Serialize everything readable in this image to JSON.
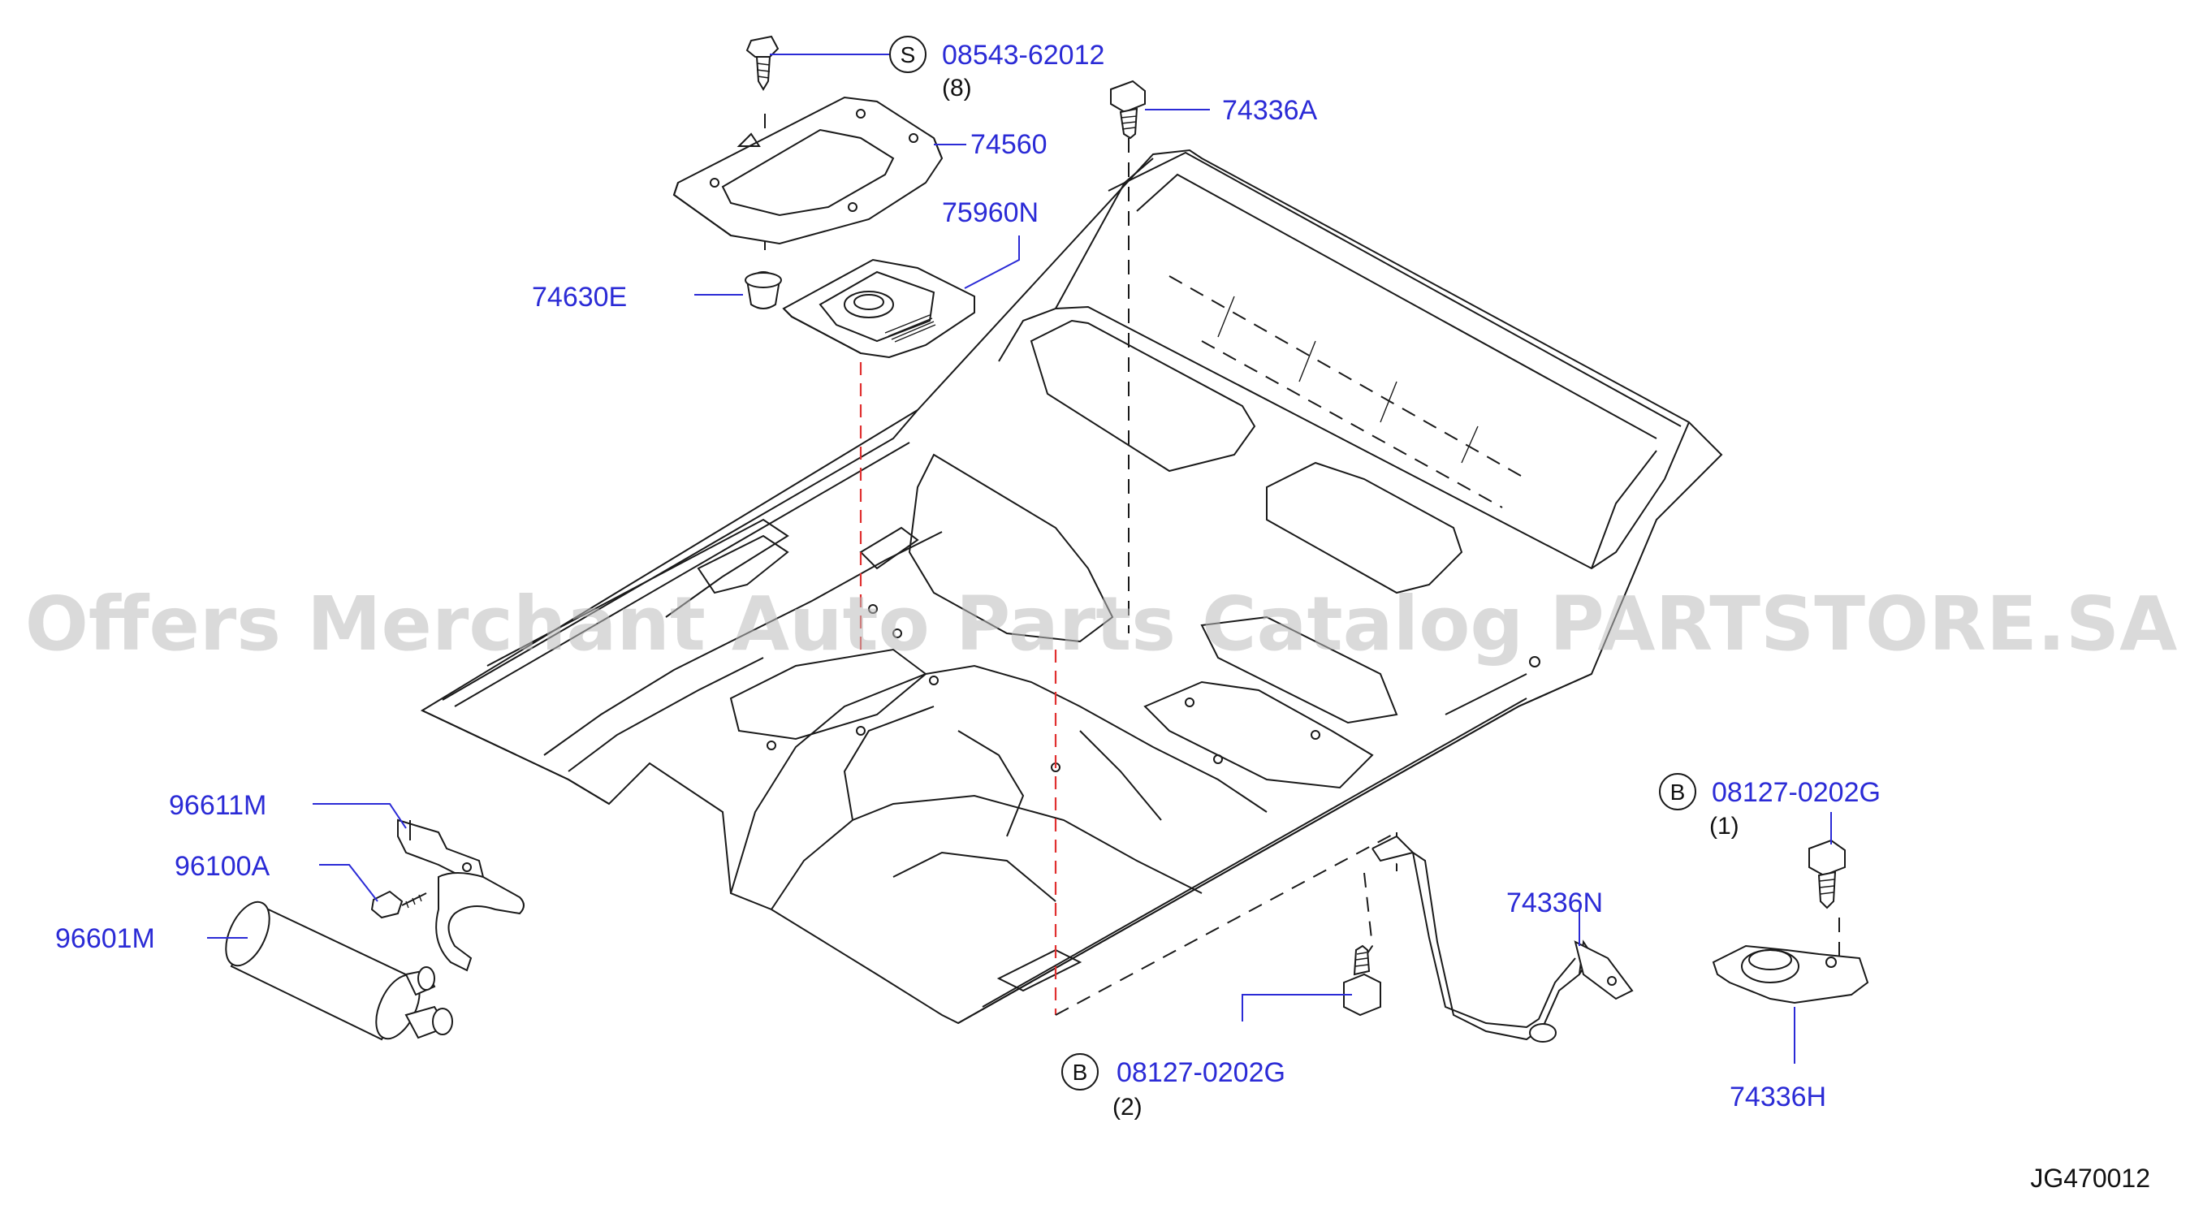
{
  "diagram": {
    "watermark": "Offers Merchant Auto Parts Catalog PARTSTORE.SA",
    "drawing_code": "JG470012",
    "callouts": [
      {
        "id": "c1",
        "part": "08543-62012",
        "prefix": "S",
        "qty": "(8)"
      },
      {
        "id": "c2",
        "part": "74336A"
      },
      {
        "id": "c3",
        "part": "74560"
      },
      {
        "id": "c4",
        "part": "75960N"
      },
      {
        "id": "c5",
        "part": "74630E"
      },
      {
        "id": "c6",
        "part": "96611M"
      },
      {
        "id": "c7",
        "part": "96100A"
      },
      {
        "id": "c8",
        "part": "96601M"
      },
      {
        "id": "c9",
        "part": "08127-0202G",
        "prefix": "B",
        "qty": "(1)"
      },
      {
        "id": "c10",
        "part": "74336N"
      },
      {
        "id": "c11",
        "part": "08127-0202G",
        "prefix": "B",
        "qty": "(2)"
      },
      {
        "id": "c12",
        "part": "74336H"
      }
    ],
    "colors": {
      "label": "#2b2bd6",
      "line": "#1a1a1a",
      "centerline": "#e03030",
      "watermark": "#bdbdbd"
    }
  }
}
